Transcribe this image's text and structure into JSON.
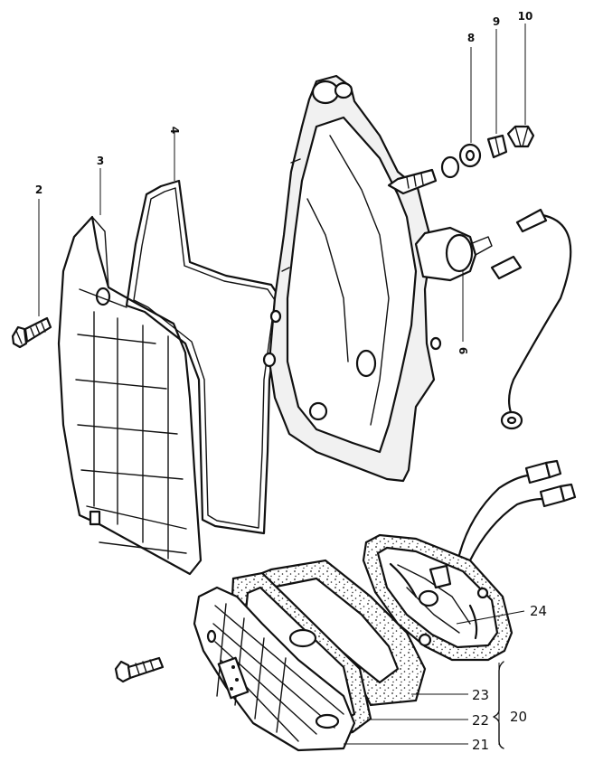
{
  "callouts": {
    "p2": "2",
    "p3": "3",
    "p4": "4",
    "p6": "6",
    "p8": "8",
    "p9": "9",
    "p10": "10",
    "p20": "20",
    "p21": "21",
    "p22": "22",
    "p23": "23",
    "p24": "24"
  }
}
